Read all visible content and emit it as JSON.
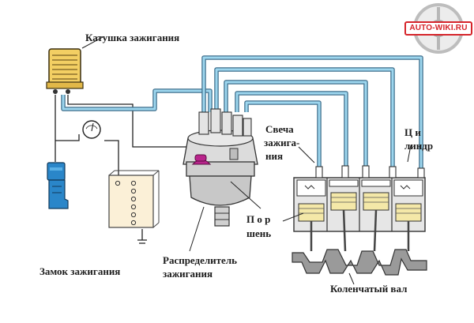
{
  "logo": {
    "text": "AUTO-WIKI.RU",
    "accent": "#d6242a"
  },
  "labels": {
    "coil": "Катушка зажигания",
    "spark_plug_1": "Свеча",
    "spark_plug_2": "зажига-",
    "spark_plug_3": "ния",
    "cylinder_1": "Ц  и",
    "cylinder_2": "линдр",
    "piston_1": "П о р",
    "piston_2": "шень",
    "distributor_1": "Распределитель",
    "distributor_2": "зажигания",
    "ignition_lock": "Замок зажигания",
    "crankshaft": "Коленчатый вал"
  },
  "colors": {
    "wire_fill": "#9dd6ee",
    "wire_outline": "#3f6f8c",
    "coil_yellow": "#f3cf63",
    "block_grey": "#dcdcdc",
    "lock_blue": "#2a86c9",
    "cap_magenta": "#b9248c",
    "panel_fill": "#fbf0d7"
  }
}
